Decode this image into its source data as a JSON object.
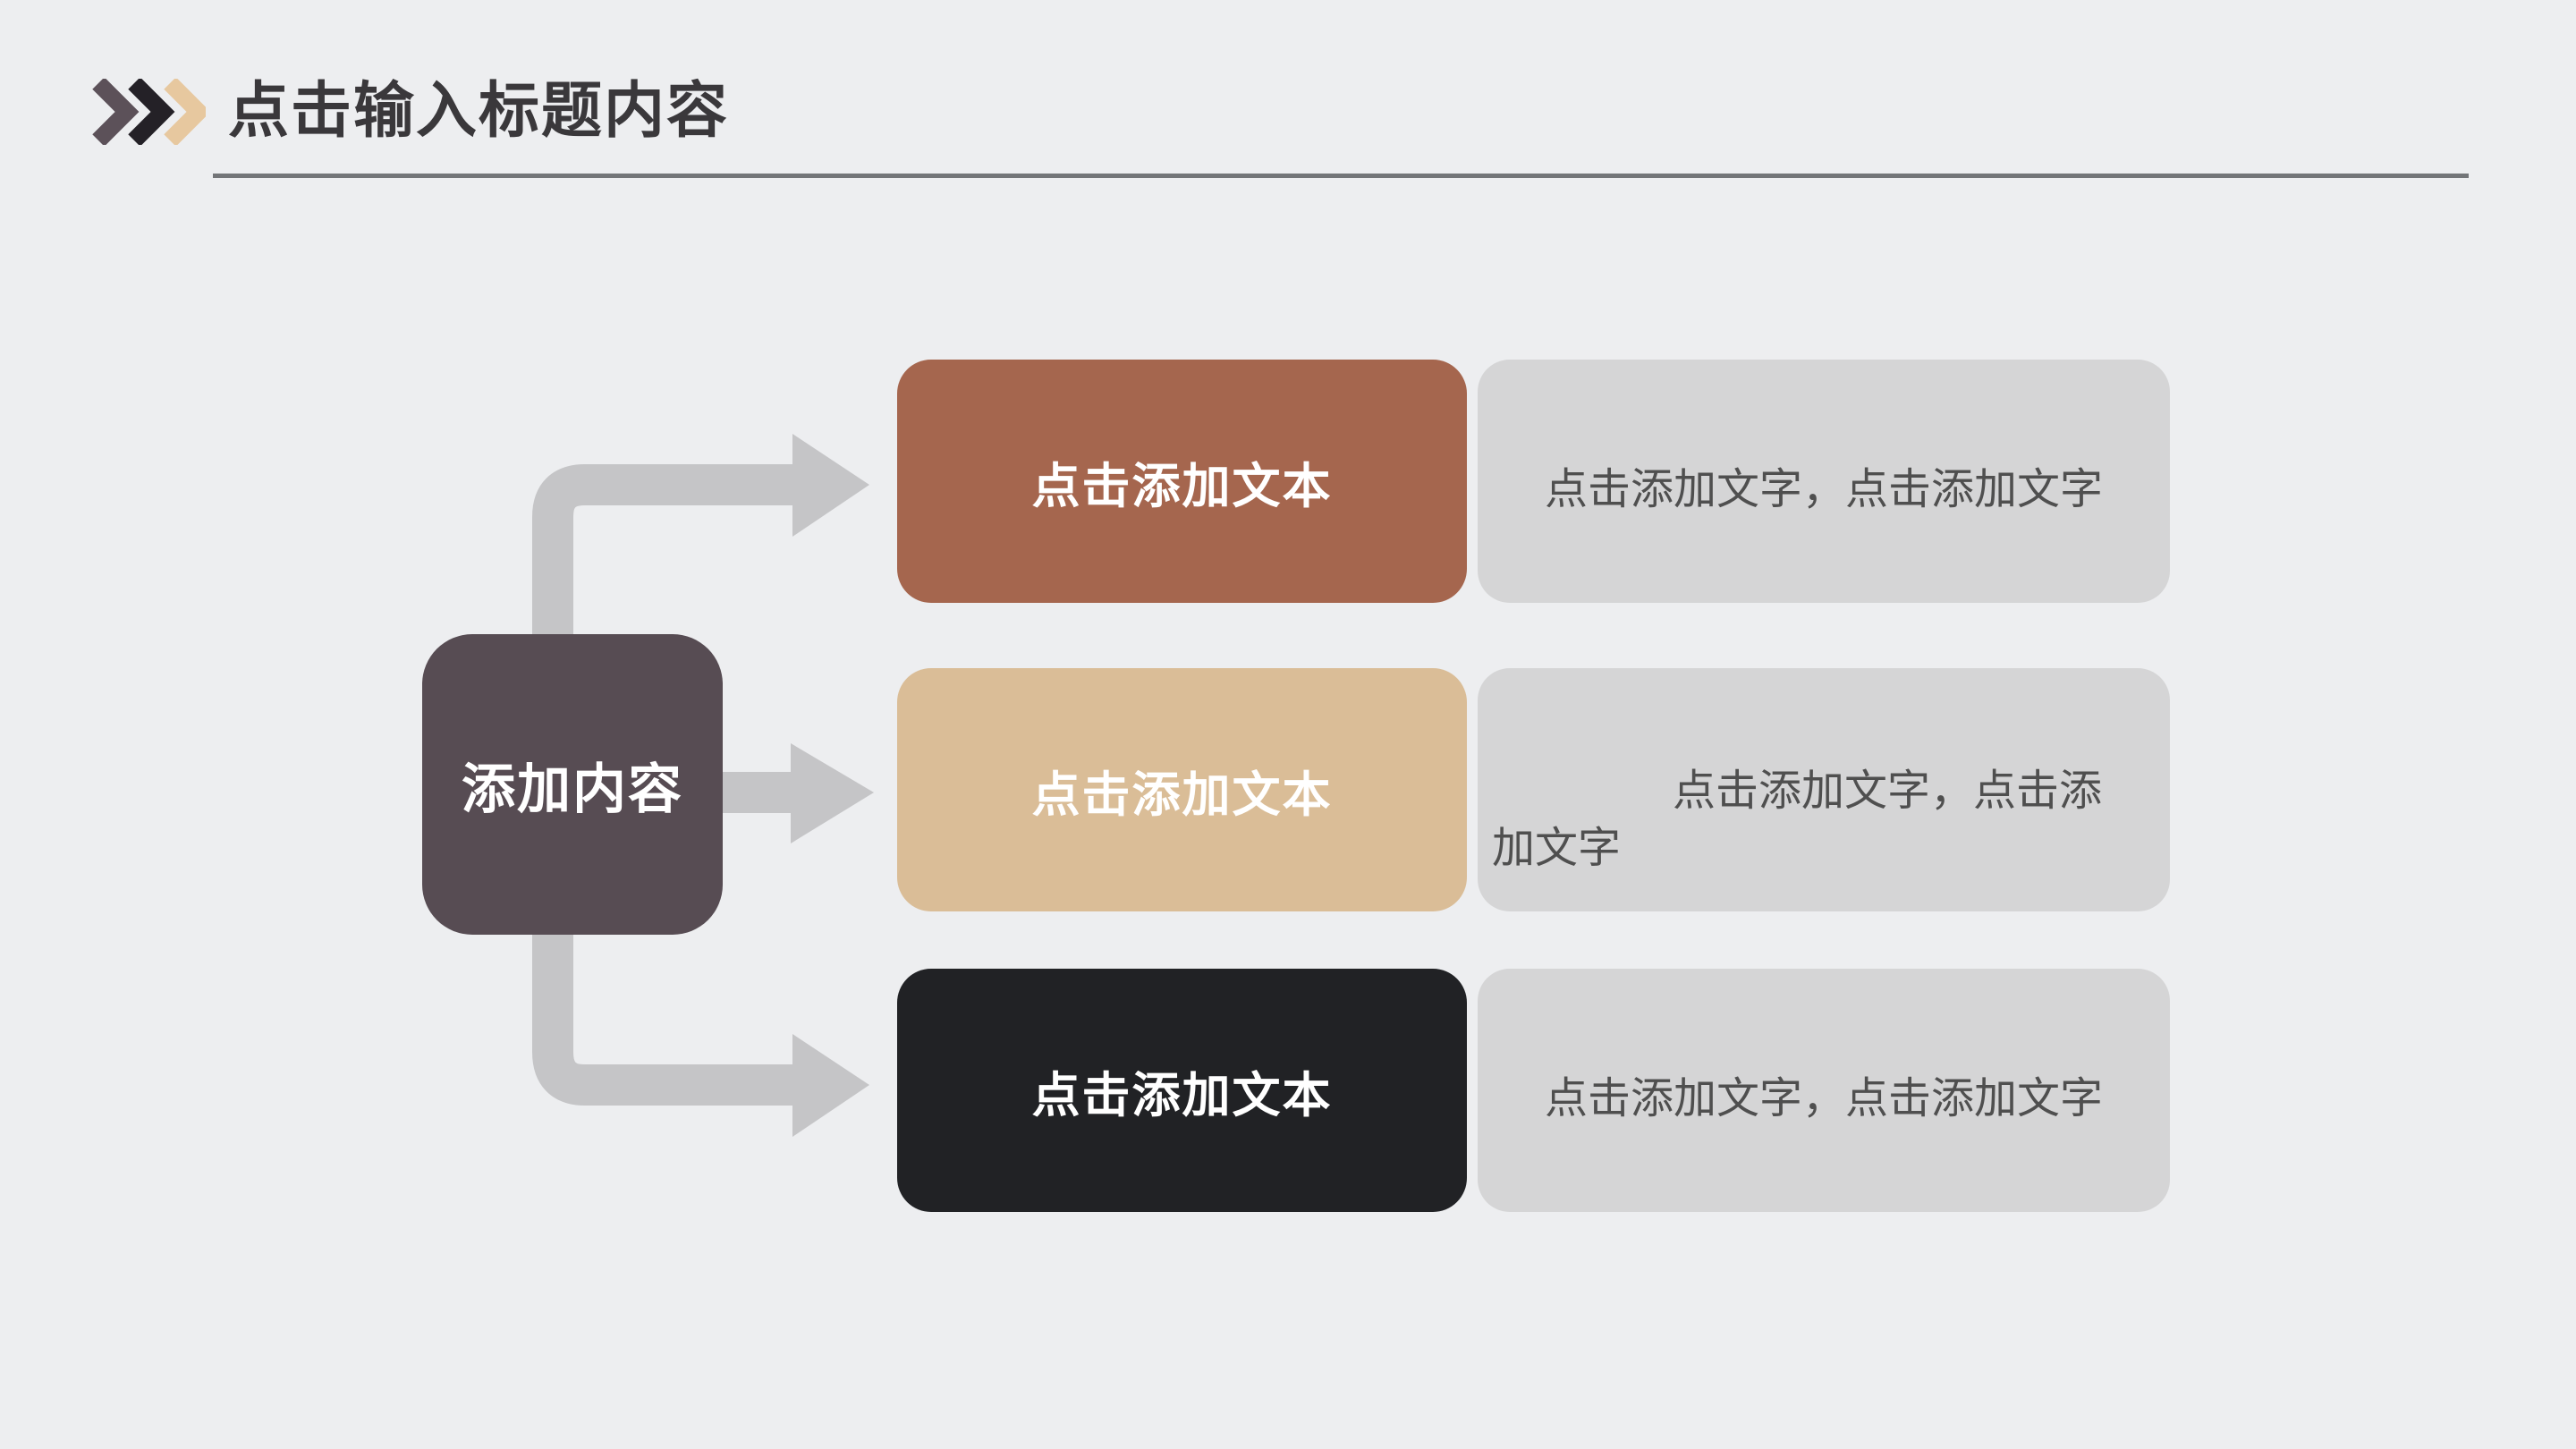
{
  "theme": {
    "bg": "#edeef0",
    "title_ink": "#3a383b",
    "chevron_1": "#5c5159",
    "chevron_2": "#242127",
    "chevron_3": "#e7c89f",
    "divider": "#737578",
    "center_fill": "#574c53",
    "row1_accent": "#a5664e",
    "row2_accent": "#dabd97",
    "row3_accent": "#212225",
    "desc_fill": "#d5d5d6",
    "desc_ink": "#4f4f4f",
    "arrow": "#c5c5c7",
    "box_ink": "#ffffff"
  },
  "header": {
    "title": "点击输入标题内容"
  },
  "diagram": {
    "center_label": "添加内容",
    "rows": [
      {
        "label": "点击添加文本",
        "desc": "点击添加文字，点击添加文字"
      },
      {
        "label": "点击添加文本",
        "desc_line1": "点击添加文字，点击添",
        "desc_line2": "加文字"
      },
      {
        "label": "点击添加文本",
        "desc": "点击添加文字，点击添加文字"
      }
    ]
  }
}
